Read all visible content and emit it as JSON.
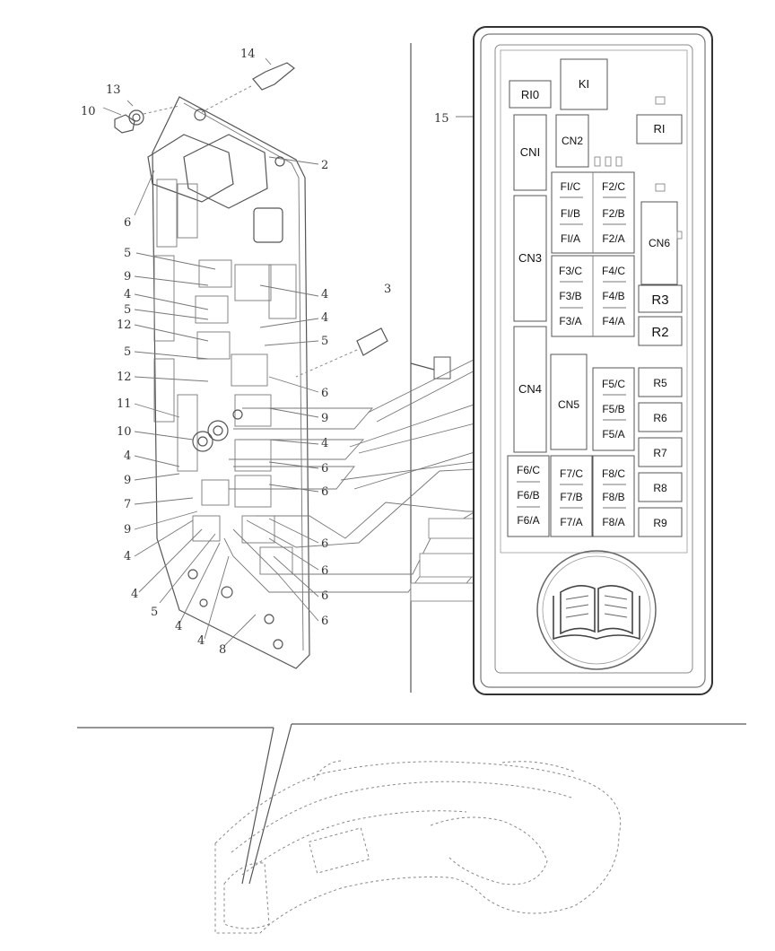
{
  "callouts": {
    "n14": "14",
    "n13": "13",
    "n10a": "10",
    "n15": "15",
    "n2": "2",
    "n6a": "6",
    "n5a": "5",
    "n9a": "9",
    "n4a": "4",
    "n5b": "5",
    "n12a": "12",
    "n5c": "5",
    "n12b": "12",
    "n11": "11",
    "n10b": "10",
    "n4b": "4",
    "n9b": "9",
    "n7": "7",
    "n9c": "9",
    "n4c": "4",
    "n4d": "4",
    "n5d": "5",
    "n4e": "4",
    "n4f": "4",
    "n8": "8",
    "n3": "3",
    "n4g": "4",
    "n4h": "4",
    "n5e": "5",
    "n6b": "6",
    "n9d": "9",
    "n4i": "4",
    "n6c": "6",
    "n6d": "6",
    "n6e": "6",
    "n6f": "6",
    "n6g": "6",
    "n6h": "6"
  },
  "panel": {
    "relays_top": {
      "r10": "RI0",
      "k1": "KI",
      "r1": "RI"
    },
    "connectors": {
      "cn1": "CNI",
      "cn2": "CN2",
      "cn3": "CN3",
      "cn4": "CN4",
      "cn5": "CN5",
      "cn6": "CN6"
    },
    "fuses": {
      "f1c": "FI/C",
      "f1b": "FI/B",
      "f1a": "FI/A",
      "f2c": "F2/C",
      "f2b": "F2/B",
      "f2a": "F2/A",
      "f3c": "F3/C",
      "f3b": "F3/B",
      "f3a": "F3/A",
      "f4c": "F4/C",
      "f4b": "F4/B",
      "f4a": "F4/A",
      "f5c": "F5/C",
      "f5b": "F5/B",
      "f5a": "F5/A",
      "f6c": "F6/C",
      "f6b": "F6/B",
      "f6a": "F6/A",
      "f7c": "F7/C",
      "f7b": "F7/B",
      "f7a": "F7/A",
      "f8c": "F8/C",
      "f8b": "F8/B",
      "f8a": "F8/A"
    },
    "relays_right": {
      "r3": "R3",
      "r2": "R2",
      "r5": "R5",
      "r6": "R6",
      "r7": "R7",
      "r8": "R8",
      "r9": "R9"
    }
  }
}
